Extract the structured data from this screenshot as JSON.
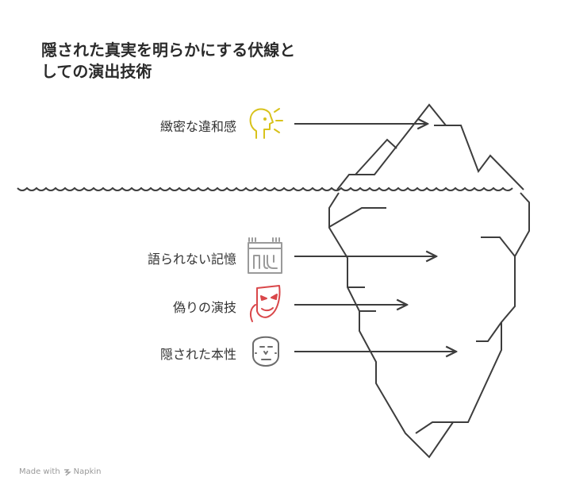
{
  "title": "隠された真実を明らかにする伏線としての演出技術",
  "layers": [
    {
      "label": "緻密な違和感",
      "icon": "thinking-head-icon",
      "color": "#d8c21b"
    },
    {
      "label": "語られない記憶",
      "icon": "building-icon",
      "color": "#9a9a9a"
    },
    {
      "label": "偽りの演技",
      "icon": "mask-icon",
      "color": "#d9474a"
    },
    {
      "label": "隠された本性",
      "icon": "face-icon",
      "color": "#6b6b6b"
    }
  ],
  "footer": {
    "made_with": "Made with",
    "brand": "Napkin"
  }
}
